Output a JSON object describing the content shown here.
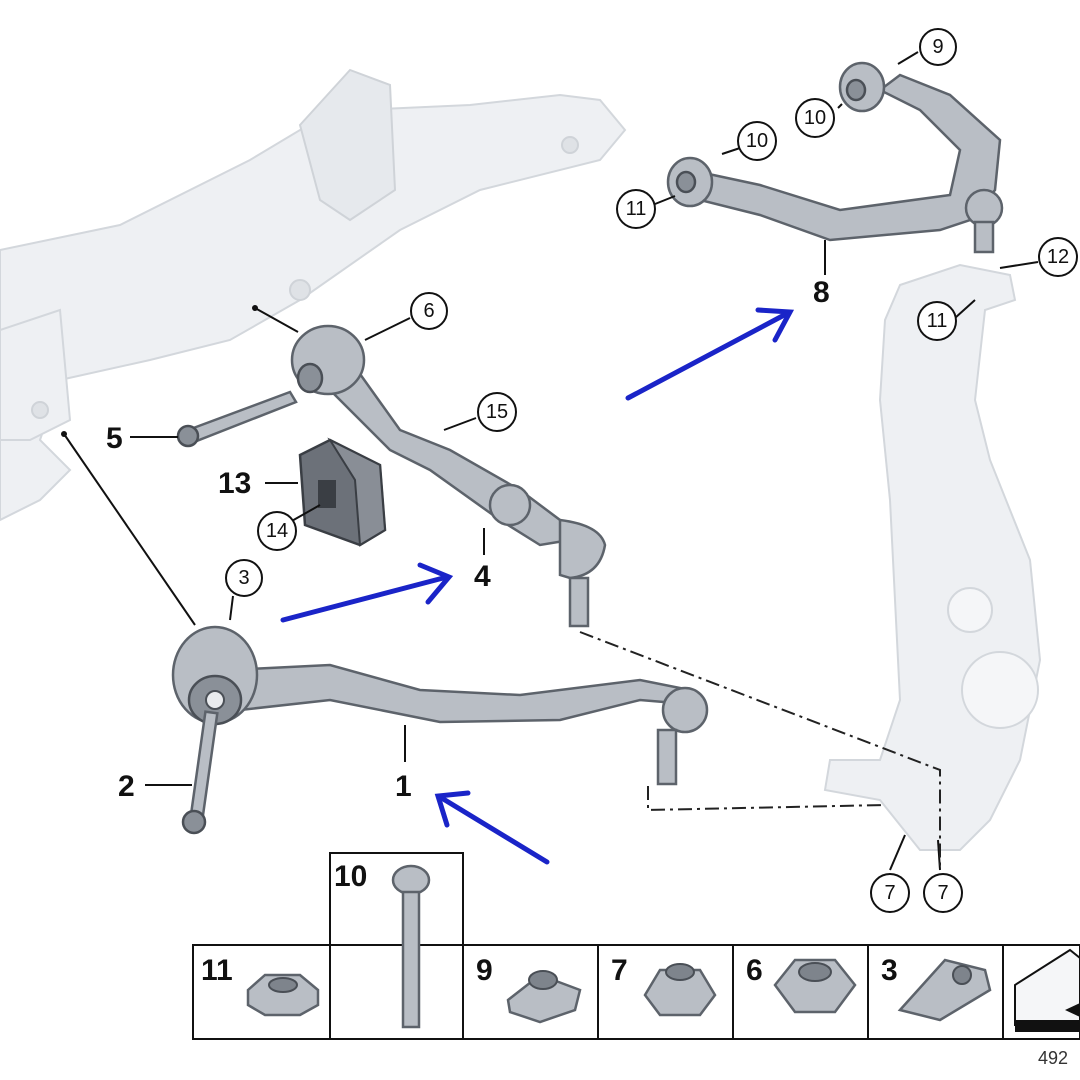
{
  "callouts": {
    "c1": "1",
    "c2": "2",
    "c3": "3",
    "c4": "4",
    "c5": "5",
    "c6": "6",
    "c7a": "7",
    "c7b": "7",
    "c8": "8",
    "c9": "9",
    "c10a": "10",
    "c10b": "10",
    "c11a": "11",
    "c11b": "11",
    "c12": "12",
    "c13": "13",
    "c14": "14",
    "c15": "15"
  },
  "legend": {
    "items": [
      "11",
      "10",
      "9",
      "7",
      "6",
      "3"
    ]
  },
  "figure_number": "492",
  "colors": {
    "arrow": "#1a24c8",
    "part": "#b9bec5",
    "ghost": "#eef0f3"
  }
}
